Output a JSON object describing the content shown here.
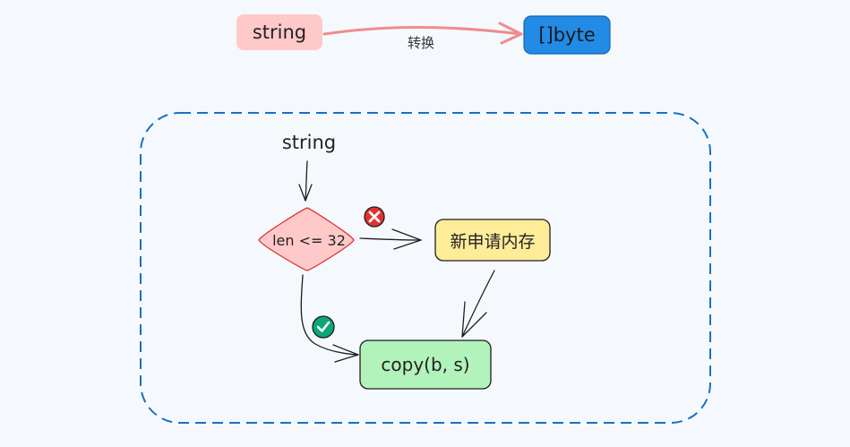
{
  "top": {
    "source_label": "string",
    "target_label": "[]byte",
    "edge_label": "转换"
  },
  "flow": {
    "input_label": "string",
    "decision_label": "len <= 32",
    "false_node_label": "新申请内存",
    "true_node_label": "copy(b, s)"
  },
  "colors": {
    "source_fill": "#ffc9c9",
    "target_fill": "#228be6",
    "edge_stroke": "#f08c8c",
    "decision_fill": "#ffc9c9",
    "decision_stroke": "#e03131",
    "alloc_fill": "#ffec99",
    "copy_fill": "#b2f2bb",
    "container_stroke": "#1971c2",
    "cross_badge": "#e03131",
    "check_badge": "#0ca678"
  },
  "icons": {
    "false_badge": "x-circle-icon",
    "true_badge": "check-circle-icon"
  }
}
